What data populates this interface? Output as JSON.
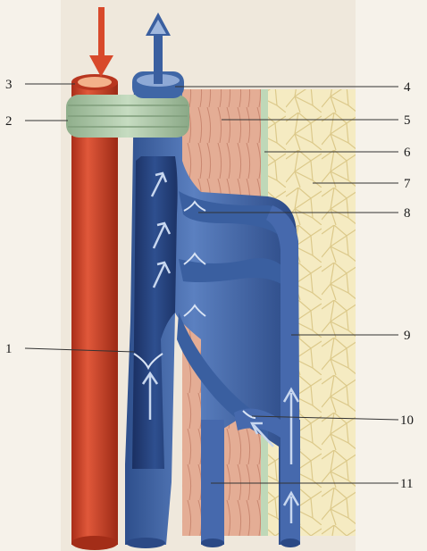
{
  "labels": [
    {
      "id": "valve-left",
      "text": "1"
    },
    {
      "id": "sheath",
      "text": "2"
    },
    {
      "id": "artery",
      "text": "3"
    },
    {
      "id": "deep-vein",
      "text": "4"
    },
    {
      "id": "muscle",
      "text": "5"
    },
    {
      "id": "fascia",
      "text": "6"
    },
    {
      "id": "fat-layer",
      "text": "7"
    },
    {
      "id": "perforator-valve",
      "text": "8"
    },
    {
      "id": "superficial-vein",
      "text": "9"
    },
    {
      "id": "branch-valve",
      "text": "10"
    },
    {
      "id": "lower-vein",
      "text": "11"
    }
  ],
  "colors": {
    "background": "#efe9df",
    "artery": "#d0462a",
    "artery_inner": "#f3b18a",
    "vein": "#3f66a6",
    "vein_dark": "#263f78",
    "vein_light": "#9fb7de",
    "muscle": "#e2a58a",
    "fat": "#f3e6b6",
    "sheath": "#a9c2a5",
    "fascia": "#bfd8b8"
  },
  "icons": [
    "arrow-in-icon",
    "arrow-out-icon",
    "flow-arrow-icon",
    "valve-icon"
  ]
}
